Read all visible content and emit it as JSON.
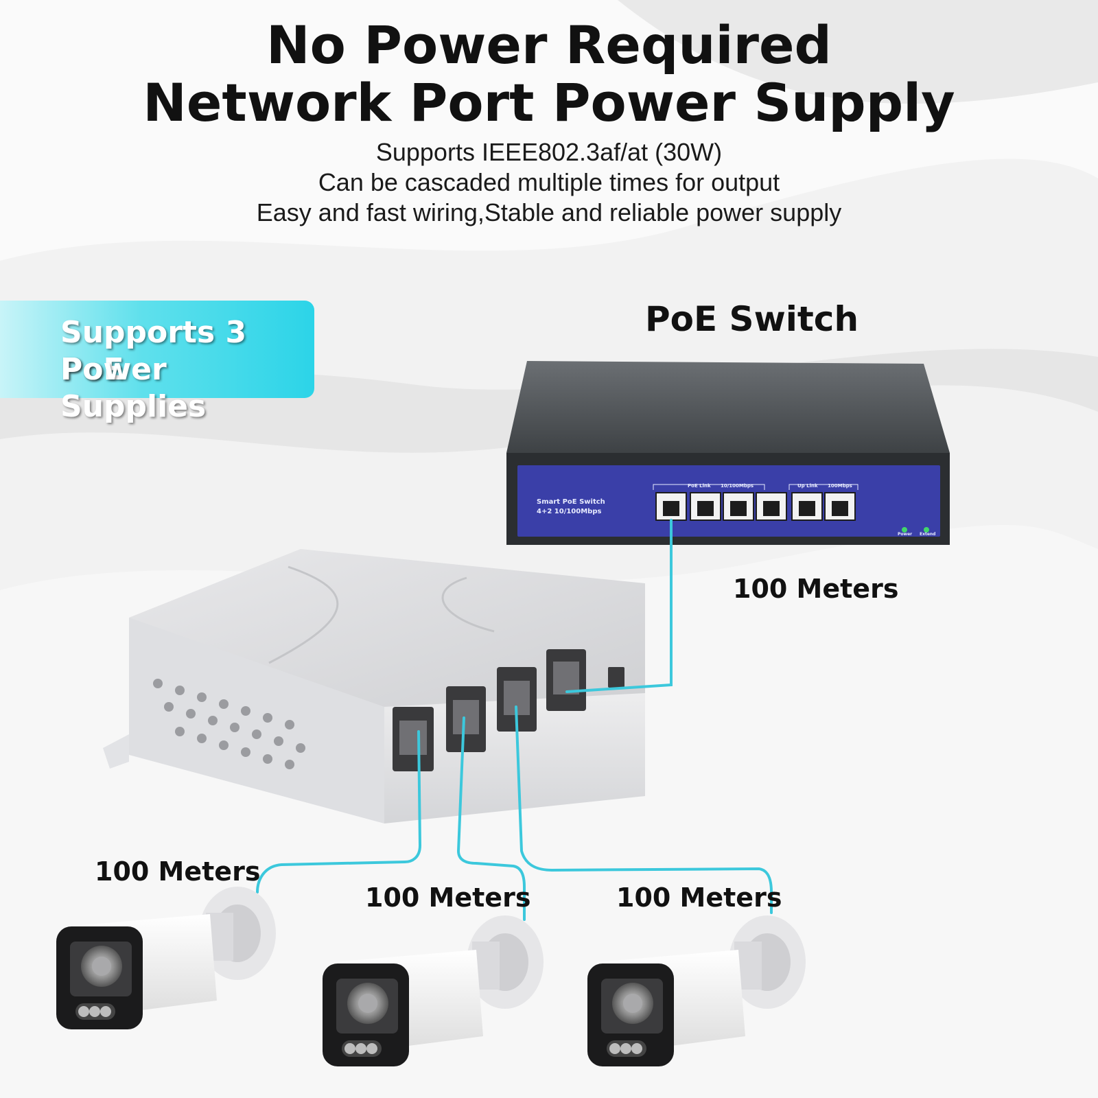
{
  "headline": {
    "line1": "No Power Required",
    "line2": "Network Port Power Supply"
  },
  "subtitle": {
    "line1": "Supports IEEE802.3af/at (30W)",
    "line2": "Can be cascaded multiple times for output",
    "line3": "Easy and fast wiring,Stable and reliable power supply"
  },
  "badge": {
    "line1": "Supports 3 PoE",
    "line2": "Power Supplies"
  },
  "switch": {
    "label": "PoE Switch",
    "panel_line1": "Smart PoE Switch",
    "panel_line2": "4+2 10/100Mbps",
    "group1_a": "PoE Link",
    "group1_b": "10/100Mbps",
    "group2_a": "Up Link",
    "group2_b": "100Mbps",
    "led_power": "Power",
    "led_extend": "Extend"
  },
  "distances": {
    "uplink": "100 Meters",
    "camera1": "100 Meters",
    "camera2": "100 Meters",
    "camera3": "100 Meters"
  },
  "colors": {
    "cable": "#3cc8dc",
    "badge": "#2cd4e8",
    "switch_panel": "#3a3fa8"
  }
}
